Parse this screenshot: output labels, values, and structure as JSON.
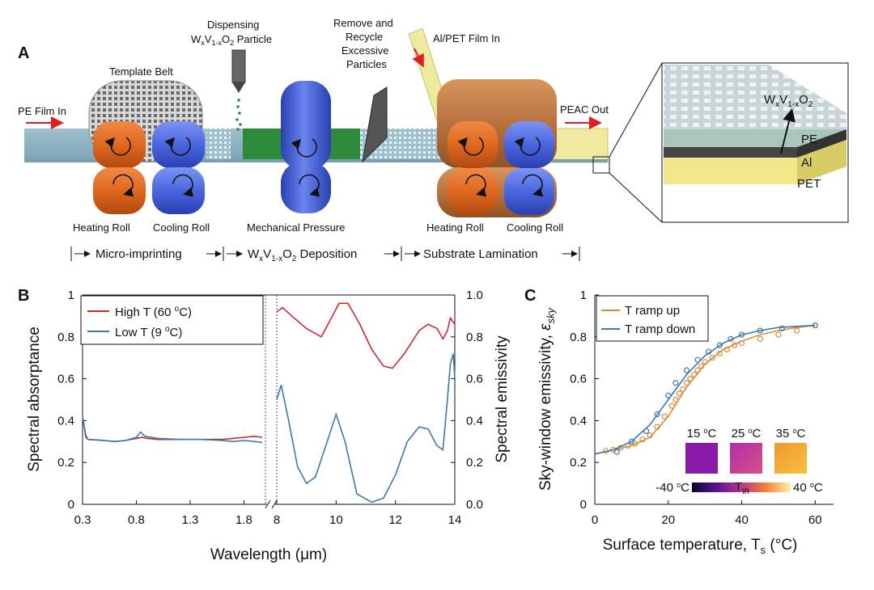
{
  "panel_a": {
    "letter": "A",
    "labels": {
      "pe_film_in": "PE Film In",
      "template_belt": "Template Belt",
      "dispensing_line1": "Dispensing",
      "dispensing_line2_prefix": "W",
      "dispensing_line2_sub1": "x",
      "dispensing_line2_mid": "V",
      "dispensing_line2_sub2": "1-x",
      "dispensing_line2_o": "O",
      "dispensing_line2_sub3": "2",
      "dispensing_line2_suffix": " Particle",
      "remove_line1": "Remove and",
      "remove_line2": "Recycle",
      "remove_line3": "Excessive",
      "remove_line4": "Particles",
      "al_pet_in": "Al/PET Film In",
      "peac_out": "PEAC Out",
      "heating_roll_1": "Heating Roll",
      "cooling_roll_1": "Cooling Roll",
      "mechanical_pressure": "Mechanical Pressure",
      "heating_roll_2": "Heating Roll",
      "cooling_roll_2": "Cooling Roll",
      "stage_1": "Micro-imprinting",
      "stage_2_prefix": "W",
      "stage_2_sub1": "x",
      "stage_2_mid": "V",
      "stage_2_sub2": "1-x",
      "stage_2_o": "O",
      "stage_2_sub3": "2",
      "stage_2_suffix": " Deposition",
      "stage_3": "Substrate Lamination",
      "inset_wvo_w": "W",
      "inset_wvo_sub1": "x",
      "inset_wvo_v": "V",
      "inset_wvo_sub2": "1-x",
      "inset_wvo_o": "O",
      "inset_wvo_sub3": "2",
      "inset_pe": "PE",
      "inset_al": "Al",
      "inset_pet": "PET"
    },
    "colors": {
      "heating_roll": "#e07030",
      "cooling_roll": "#4a66e0",
      "pe_film": "#8fb3c2",
      "deposition": "#2e8b3c",
      "al_pet_film": "#f0eaa0",
      "lamination_roll": "#b8733f",
      "arrow": "#e02020"
    }
  },
  "chart_data": [
    {
      "panel": "B",
      "type": "line",
      "xlabel": "Wavelength (μm)",
      "ylabel_left": "Spectral absorptance",
      "ylabel_right": "Spectral emissivity",
      "left_segment": {
        "xlim": [
          0.3,
          2.0
        ],
        "xticks": [
          "0.3",
          "0.8",
          "1.3",
          "1.8"
        ],
        "ylim": [
          0,
          1
        ],
        "yticks": [
          "0",
          "0.2",
          "0.4",
          "0.6",
          "0.8",
          "1"
        ]
      },
      "right_segment": {
        "xlim": [
          8,
          14
        ],
        "xticks": [
          "8",
          "10",
          "12",
          "14"
        ],
        "ylim": [
          0,
          1
        ],
        "yticks": [
          "0.0",
          "0.2",
          "0.4",
          "0.6",
          "0.8",
          "1.0"
        ]
      },
      "series": [
        {
          "name": "High T (60 ",
          "name_sup": "o",
          "name_end": "C)",
          "color": "#d62728",
          "left_points": [
            [
              0.3,
              0.42
            ],
            [
              0.33,
              0.33
            ],
            [
              0.35,
              0.31
            ],
            [
              0.5,
              0.305
            ],
            [
              0.6,
              0.3
            ],
            [
              0.7,
              0.305
            ],
            [
              0.8,
              0.315
            ],
            [
              0.85,
              0.32
            ],
            [
              0.9,
              0.315
            ],
            [
              1.0,
              0.31
            ],
            [
              1.2,
              0.31
            ],
            [
              1.4,
              0.31
            ],
            [
              1.6,
              0.31
            ],
            [
              1.7,
              0.315
            ],
            [
              1.8,
              0.32
            ],
            [
              1.9,
              0.325
            ],
            [
              1.97,
              0.32
            ]
          ],
          "right_points": [
            [
              8.0,
              0.92
            ],
            [
              8.2,
              0.94
            ],
            [
              8.5,
              0.9
            ],
            [
              9.0,
              0.84
            ],
            [
              9.5,
              0.8
            ],
            [
              9.8,
              0.88
            ],
            [
              10.1,
              0.96
            ],
            [
              10.4,
              0.96
            ],
            [
              10.8,
              0.86
            ],
            [
              11.2,
              0.74
            ],
            [
              11.6,
              0.66
            ],
            [
              11.9,
              0.65
            ],
            [
              12.3,
              0.72
            ],
            [
              12.8,
              0.83
            ],
            [
              13.1,
              0.86
            ],
            [
              13.4,
              0.84
            ],
            [
              13.6,
              0.79
            ],
            [
              13.75,
              0.83
            ],
            [
              13.85,
              0.89
            ],
            [
              14.0,
              0.86
            ]
          ]
        },
        {
          "name": "Low T (9 ",
          "name_sup": "o",
          "name_end": "C)",
          "color": "#3b78b0",
          "left_points": [
            [
              0.3,
              0.42
            ],
            [
              0.33,
              0.32
            ],
            [
              0.35,
              0.31
            ],
            [
              0.5,
              0.305
            ],
            [
              0.6,
              0.3
            ],
            [
              0.7,
              0.305
            ],
            [
              0.8,
              0.32
            ],
            [
              0.84,
              0.345
            ],
            [
              0.88,
              0.325
            ],
            [
              1.0,
              0.315
            ],
            [
              1.2,
              0.31
            ],
            [
              1.4,
              0.31
            ],
            [
              1.6,
              0.305
            ],
            [
              1.7,
              0.3
            ],
            [
              1.8,
              0.305
            ],
            [
              1.9,
              0.3
            ],
            [
              1.97,
              0.295
            ]
          ],
          "right_points": [
            [
              8.0,
              0.5
            ],
            [
              8.15,
              0.57
            ],
            [
              8.4,
              0.4
            ],
            [
              8.7,
              0.18
            ],
            [
              9.0,
              0.1
            ],
            [
              9.3,
              0.13
            ],
            [
              9.7,
              0.3
            ],
            [
              10.0,
              0.43
            ],
            [
              10.3,
              0.3
            ],
            [
              10.7,
              0.05
            ],
            [
              11.2,
              0.01
            ],
            [
              11.6,
              0.03
            ],
            [
              12.0,
              0.14
            ],
            [
              12.4,
              0.3
            ],
            [
              12.8,
              0.37
            ],
            [
              13.1,
              0.36
            ],
            [
              13.4,
              0.28
            ],
            [
              13.6,
              0.26
            ],
            [
              13.75,
              0.5
            ],
            [
              13.85,
              0.67
            ],
            [
              13.95,
              0.72
            ],
            [
              14.0,
              0.6
            ]
          ]
        }
      ]
    },
    {
      "panel": "C",
      "type": "scatter",
      "xlabel_prefix": "Surface temperature, T",
      "xlabel_sub": "s",
      "xlabel_suffix": " (°C)",
      "ylabel_prefix": "Sky-window emissivity, ",
      "ylabel_var": "ε",
      "ylabel_sub": "sky",
      "xlim": [
        0,
        65
      ],
      "ylim": [
        0,
        1
      ],
      "xticks": [
        "0",
        "20",
        "40",
        "60"
      ],
      "yticks": [
        "0",
        "0.2",
        "0.4",
        "0.6",
        "0.8",
        "1"
      ],
      "series": [
        {
          "name": "T ramp up",
          "color": "#e08a3c",
          "points": [
            [
              3,
              0.255
            ],
            [
              5,
              0.26
            ],
            [
              7,
              0.27
            ],
            [
              9,
              0.28
            ],
            [
              11,
              0.29
            ],
            [
              13,
              0.31
            ],
            [
              15,
              0.33
            ],
            [
              17,
              0.37
            ],
            [
              19,
              0.42
            ],
            [
              21,
              0.47
            ],
            [
              22,
              0.5
            ],
            [
              23,
              0.53
            ],
            [
              24,
              0.55
            ],
            [
              25,
              0.58
            ],
            [
              26,
              0.6
            ],
            [
              27,
              0.62
            ],
            [
              28,
              0.64
            ],
            [
              29,
              0.66
            ],
            [
              30,
              0.68
            ],
            [
              32,
              0.7
            ],
            [
              34,
              0.72
            ],
            [
              36,
              0.74
            ],
            [
              38,
              0.76
            ],
            [
              40,
              0.77
            ],
            [
              45,
              0.79
            ],
            [
              50,
              0.81
            ],
            [
              55,
              0.83
            ],
            [
              60,
              0.855
            ]
          ],
          "fit": [
            [
              0,
              0.24
            ],
            [
              10,
              0.28
            ],
            [
              15,
              0.32
            ],
            [
              20,
              0.42
            ],
            [
              25,
              0.56
            ],
            [
              30,
              0.67
            ],
            [
              35,
              0.74
            ],
            [
              40,
              0.78
            ],
            [
              45,
              0.81
            ],
            [
              50,
              0.83
            ],
            [
              55,
              0.845
            ],
            [
              60,
              0.855
            ]
          ]
        },
        {
          "name": "T ramp down",
          "color": "#3b78b0",
          "points": [
            [
              6,
              0.25
            ],
            [
              10,
              0.3
            ],
            [
              14,
              0.35
            ],
            [
              17,
              0.43
            ],
            [
              20,
              0.52
            ],
            [
              22,
              0.58
            ],
            [
              25,
              0.64
            ],
            [
              28,
              0.69
            ],
            [
              31,
              0.73
            ],
            [
              34,
              0.76
            ],
            [
              37,
              0.79
            ],
            [
              40,
              0.81
            ],
            [
              45,
              0.83
            ],
            [
              51,
              0.84
            ],
            [
              60,
              0.855
            ]
          ],
          "fit": [
            [
              0,
              0.24
            ],
            [
              5,
              0.26
            ],
            [
              10,
              0.3
            ],
            [
              15,
              0.38
            ],
            [
              20,
              0.5
            ],
            [
              25,
              0.62
            ],
            [
              30,
              0.71
            ],
            [
              35,
              0.77
            ],
            [
              40,
              0.81
            ],
            [
              45,
              0.83
            ],
            [
              50,
              0.845
            ],
            [
              55,
              0.85
            ],
            [
              60,
              0.855
            ]
          ]
        }
      ],
      "inset": {
        "temps": [
          {
            "t": "15 ",
            "sup": "o",
            "u": "C"
          },
          {
            "t": "25 ",
            "sup": "o",
            "u": "C"
          },
          {
            "t": "35 ",
            "sup": "o",
            "u": "C"
          }
        ],
        "swatch_colors": [
          "#8a1aa8",
          "#c03f9e",
          "#f3aa38"
        ],
        "colorbar_min": "-40 ",
        "colorbar_min_sup": "o",
        "colorbar_min_u": "C",
        "colorbar_max": "40 ",
        "colorbar_max_sup": "o",
        "colorbar_max_u": "C",
        "colorbar_label": "T",
        "colorbar_label_sub": "IR"
      }
    }
  ],
  "panel_letters": {
    "b": "B",
    "c": "C"
  }
}
